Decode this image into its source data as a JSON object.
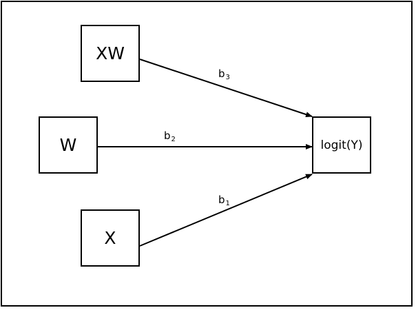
{
  "nodes": {
    "xw": "XW",
    "w": "W",
    "x": "X",
    "outcome": "logit(Y)"
  },
  "coefficients": {
    "b3": {
      "base": "b",
      "subscript": "3"
    },
    "b2": {
      "base": "b",
      "subscript": "2"
    },
    "b1": {
      "base": "b",
      "subscript": "1"
    }
  },
  "colors": {
    "stroke": "#000000",
    "background": "#ffffff"
  }
}
